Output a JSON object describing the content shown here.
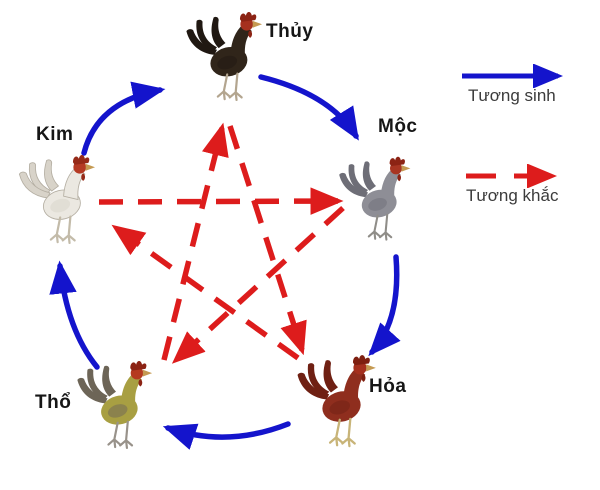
{
  "elements": [
    {
      "label": "Thủy",
      "rooster": "dark-black-rooster",
      "rooster_body_color": "#30251a"
    },
    {
      "label": "Mộc",
      "rooster": "gray-rooster",
      "rooster_body_color": "#8e8e96"
    },
    {
      "label": "Hỏa",
      "rooster": "dark-red-rooster",
      "rooster_body_color": "#8f2e1e"
    },
    {
      "label": "Thổ",
      "rooster": "olive-yellow-rooster",
      "rooster_body_color": "#a89f42"
    },
    {
      "label": "Kim",
      "rooster": "white-rooster",
      "rooster_body_color": "#ebe8e1"
    }
  ],
  "legend": {
    "sinh": "Tương sinh",
    "khac": "Tương khắc"
  },
  "colors": {
    "sinh_arrow": "#1414cc",
    "khac_arrow": "#dd1c1c",
    "label_text": "#161616"
  },
  "relations": {
    "tuong_sinh": [
      "Kim → Thủy",
      "Thủy → Mộc",
      "Mộc → Hỏa",
      "Hỏa → Thổ",
      "Thổ → Kim"
    ],
    "tuong_khac": [
      "Kim → Mộc",
      "Mộc → Thổ",
      "Thổ → Thủy",
      "Thủy → Hỏa",
      "Hỏa → Kim"
    ]
  }
}
